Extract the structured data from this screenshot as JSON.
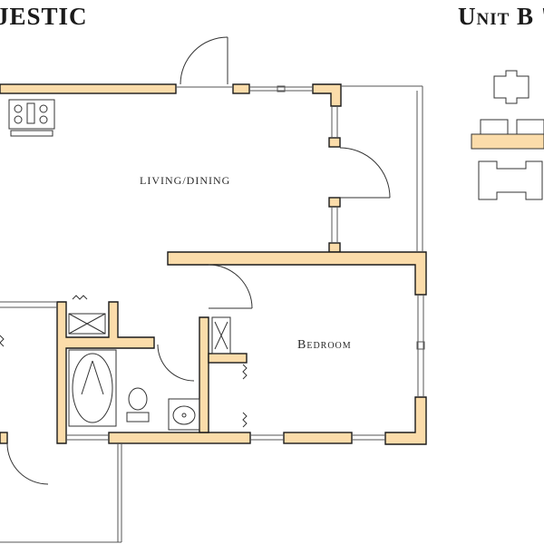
{
  "titles": {
    "left": "JESTIC",
    "right": "Unit B '"
  },
  "rooms": {
    "living": "LIVING/DINING",
    "bedroom": "Bedroom"
  },
  "colors": {
    "wall_fill": "#fbdcaa",
    "wall_stroke": "#1a1a1a",
    "fixture_stroke": "#333333",
    "thin_line": "#555555"
  },
  "icons": [
    "stove-icon",
    "bathtub-icon",
    "toilet-icon",
    "sink-icon",
    "door-swing-icon",
    "floorplan-thumbnail-icon"
  ]
}
